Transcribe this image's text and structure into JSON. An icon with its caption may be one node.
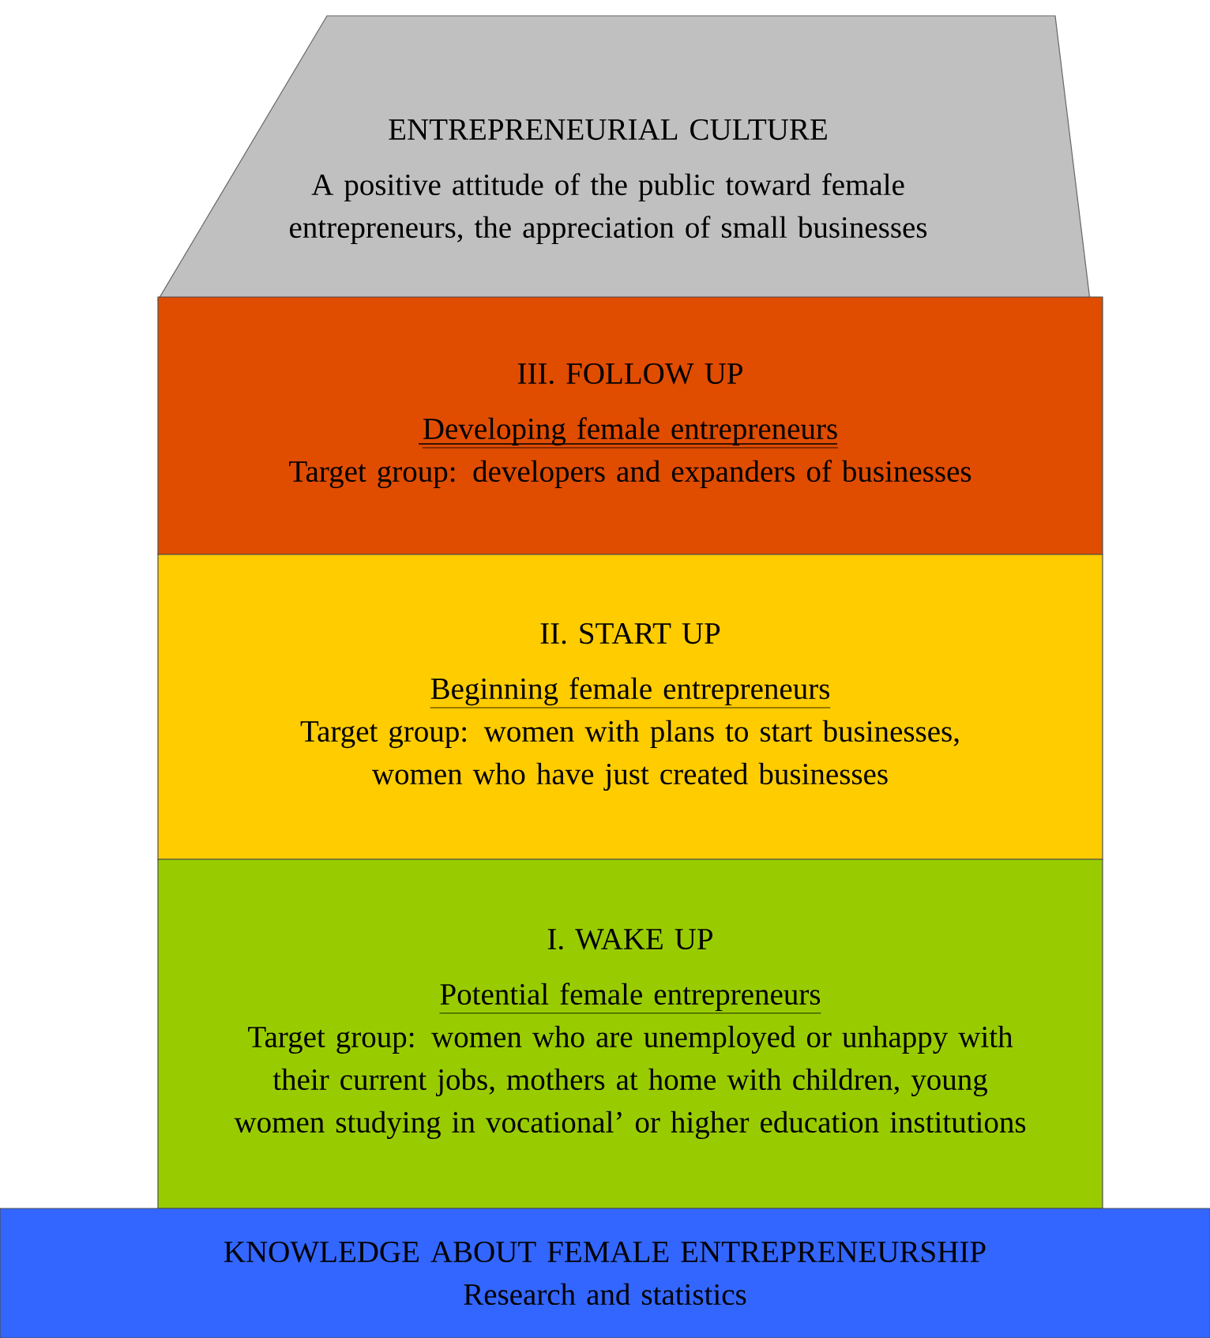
{
  "diagram": {
    "nodes": [
      {
        "text": [
          "ENTREPRENEURIAL CULTURE",
          "A positive attitude of the public toward female entrepreneurs, the appreciation of small businesses"
        ]
      },
      {
        "text": [
          "III. FOLLOW UP",
          "Developing female entrepreneurs",
          "Target group: developers and expanders of businesses"
        ]
      },
      {
        "text": [
          "II. START UP",
          "Beginning female entrepreneurs",
          "Target group: women with plans to start businesses, women who have just created businesses"
        ]
      },
      {
        "text": [
          "I. WAKE UP",
          "Potential female entrepreneurs",
          "Target group: women who are unemployed or unhappy with their current jobs, mothers at home with children, young women studying in vocational’ or higher education institutions"
        ]
      },
      {
        "text": [
          "KNOWLEDGE ABOUT FEMALE ENTREPRENEURSHIP",
          "Research and statistics"
        ]
      }
    ],
    "edges": []
  }
}
